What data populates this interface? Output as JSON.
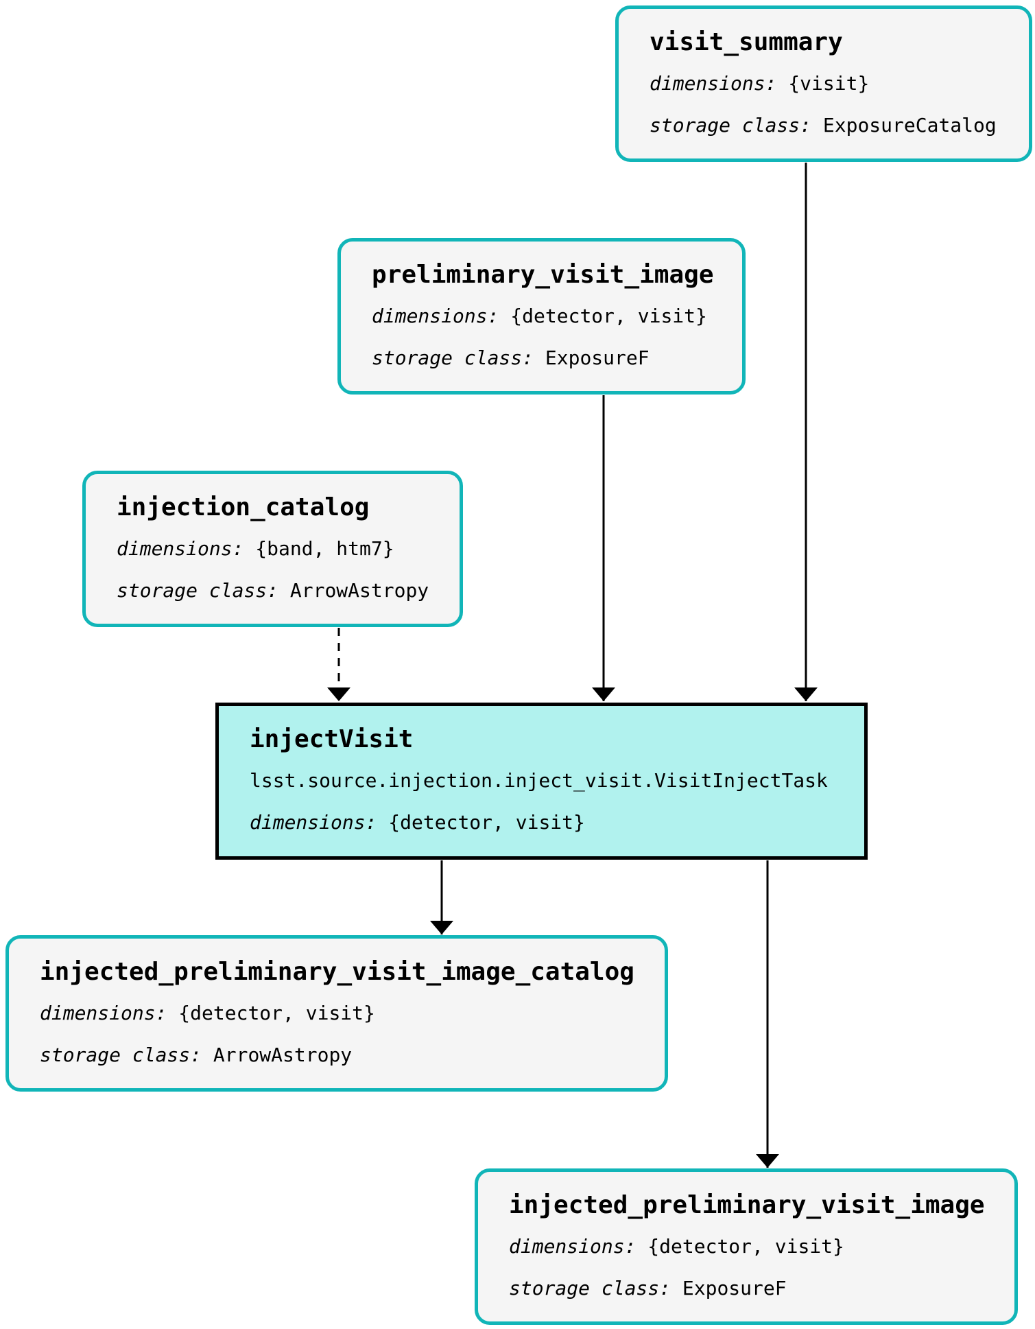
{
  "labels": {
    "dimensions": "dimensions:",
    "storage_class": "storage class:"
  },
  "colors": {
    "dataset_border": "#11b5b8",
    "dataset_fill": "#f5f5f5",
    "task_border": "#000000",
    "task_fill": "#b1f2ee",
    "edge": "#000000"
  },
  "nodes": {
    "visit_summary": {
      "kind": "dataset",
      "title": "visit_summary",
      "dimensions": "{visit}",
      "storage_class": "ExposureCatalog"
    },
    "preliminary_visit_image": {
      "kind": "dataset",
      "title": "preliminary_visit_image",
      "dimensions": "{detector, visit}",
      "storage_class": "ExposureF"
    },
    "injection_catalog": {
      "kind": "dataset",
      "title": "injection_catalog",
      "dimensions": "{band, htm7}",
      "storage_class": "ArrowAstropy"
    },
    "injectVisit": {
      "kind": "task",
      "title": "injectVisit",
      "task_class": "lsst.source.injection.inject_visit.VisitInjectTask",
      "dimensions": "{detector, visit}"
    },
    "injected_preliminary_visit_image_catalog": {
      "kind": "dataset",
      "title": "injected_preliminary_visit_image_catalog",
      "dimensions": "{detector, visit}",
      "storage_class": "ArrowAstropy"
    },
    "injected_preliminary_visit_image": {
      "kind": "dataset",
      "title": "injected_preliminary_visit_image",
      "dimensions": "{detector, visit}",
      "storage_class": "ExposureF"
    }
  },
  "edges": [
    {
      "from": "visit_summary",
      "to": "injectVisit",
      "style": "solid"
    },
    {
      "from": "preliminary_visit_image",
      "to": "injectVisit",
      "style": "solid"
    },
    {
      "from": "injection_catalog",
      "to": "injectVisit",
      "style": "dashed"
    },
    {
      "from": "injectVisit",
      "to": "injected_preliminary_visit_image_catalog",
      "style": "solid"
    },
    {
      "from": "injectVisit",
      "to": "injected_preliminary_visit_image",
      "style": "solid"
    }
  ]
}
